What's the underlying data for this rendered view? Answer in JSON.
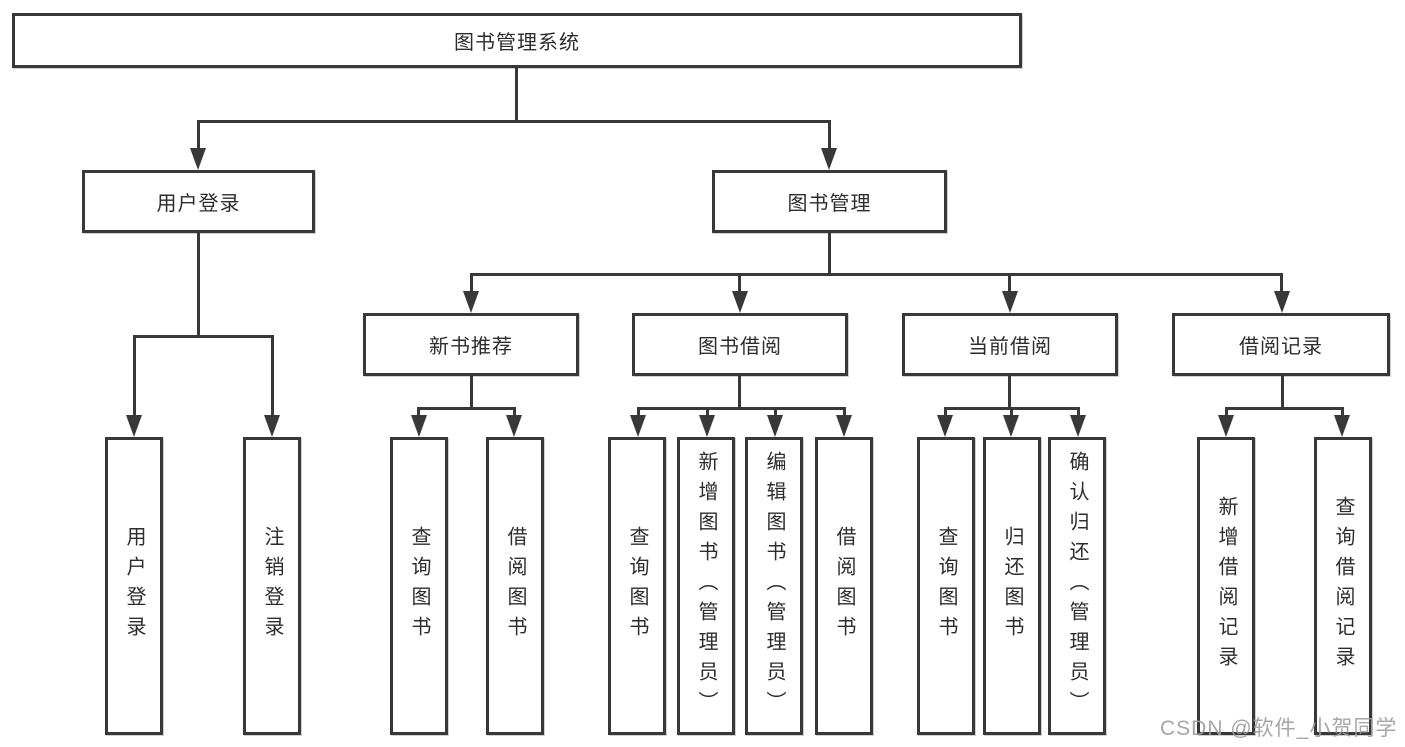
{
  "diagram": {
    "root": "图书管理系统",
    "level2": [
      "用户登录",
      "图书管理"
    ],
    "level3": [
      "新书推荐",
      "图书借阅",
      "当前借阅",
      "借阅记录"
    ],
    "leaves": {
      "user_login": [
        "用户登录",
        "注销登录"
      ],
      "new_book": [
        "查询图书",
        "借阅图书"
      ],
      "borrow": [
        "查询图书",
        "新增图书（管理员）",
        "编辑图书（管理员）",
        "借阅图书"
      ],
      "current": [
        "查询图书",
        "归还图书",
        "确认归还（管理员）"
      ],
      "records": [
        "新增借阅记录",
        "查询借阅记录"
      ]
    }
  },
  "watermark": "CSDN @软件_小贺同学",
  "colors": {
    "line": "#383838",
    "box_border": "#383838",
    "text": "#2d2d2d",
    "watermark": "#9e9e9e",
    "background": "#ffffff"
  }
}
